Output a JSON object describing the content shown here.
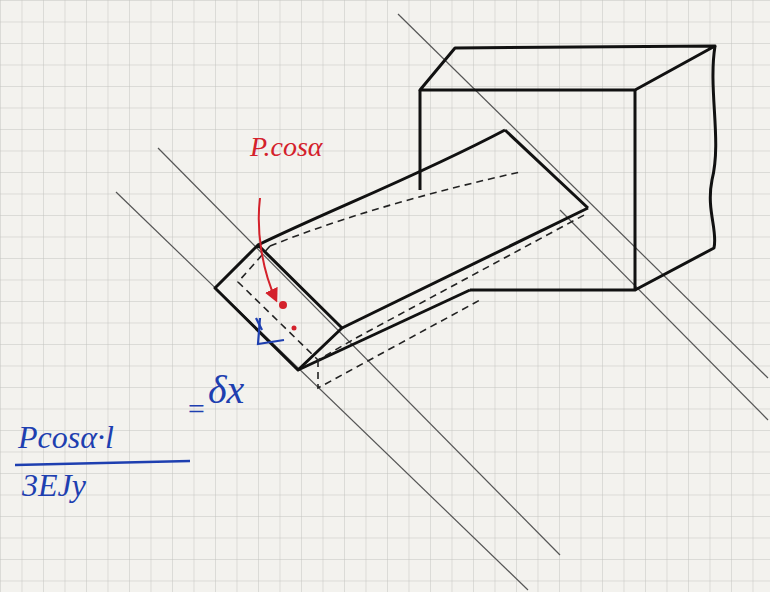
{
  "diagram": {
    "labels": [
      "P.cosα",
      "δx",
      "=",
      "Pcosα·l",
      "3EJy"
    ]
  }
}
